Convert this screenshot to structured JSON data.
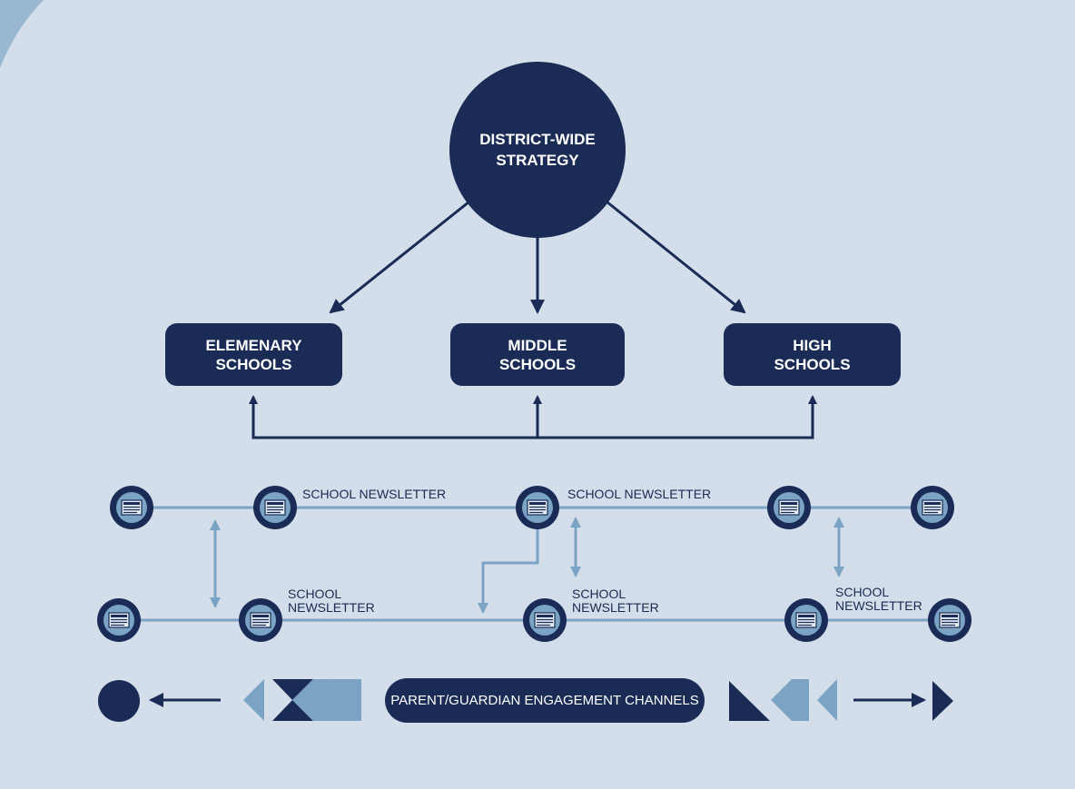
{
  "colors": {
    "background": "#d3deea",
    "navy": "#1a2b55",
    "steel": "#7ba3c4",
    "arc": "#9ab7d2"
  },
  "hub": {
    "label": "DISTRICT-WIDE\nSTRATEGY"
  },
  "schools": [
    {
      "label": "ELEMENARY\nSCHOOLS"
    },
    {
      "label": "MIDDLE\nSCHOOLS"
    },
    {
      "label": "HIGH\nSCHOOLS"
    }
  ],
  "newsletter_labels": {
    "top_1": "SCHOOL NEWSLETTER",
    "top_2": "SCHOOL NEWSLETTER",
    "bottom_1": "SCHOOL\nNEWSLETTER",
    "bottom_2": "SCHOOL\nNEWSLETTER",
    "bottom_3": "SCHOOL\nNEWSLETTER"
  },
  "icons": {
    "node": "newsletter-icon",
    "end_left": "circle-icon",
    "end_right": "triangle-right-icon"
  },
  "footer": {
    "label": "PARENT/GUARDIAN ENGAGEMENT CHANNELS"
  }
}
